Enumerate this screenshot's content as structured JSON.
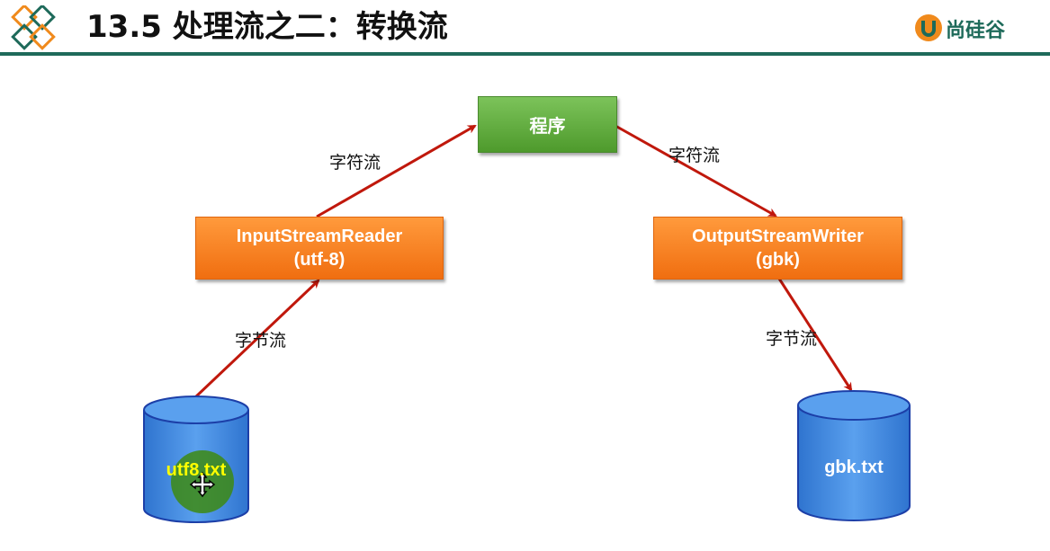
{
  "header": {
    "title": "13.5 处理流之二：转换流",
    "brand": "尚硅谷"
  },
  "nodes": {
    "program": "程序",
    "reader_line1": "InputStreamReader",
    "reader_line2": "(utf-8)",
    "writer_line1": "OutputStreamWriter",
    "writer_line2": "(gbk)",
    "source_file": "utf8.txt",
    "target_file": "gbk.txt"
  },
  "edges": {
    "source_to_reader": "字节流",
    "reader_to_program": "字符流",
    "program_to_writer": "字符流",
    "writer_to_target": "字节流"
  },
  "colors": {
    "header_accent": "#1e6a5a",
    "program_box": "#5ea63a",
    "stream_box": "#f5821f",
    "cylinder": "#3f86e0",
    "arrow": "#c0180c",
    "source_label": "#ffff00"
  }
}
